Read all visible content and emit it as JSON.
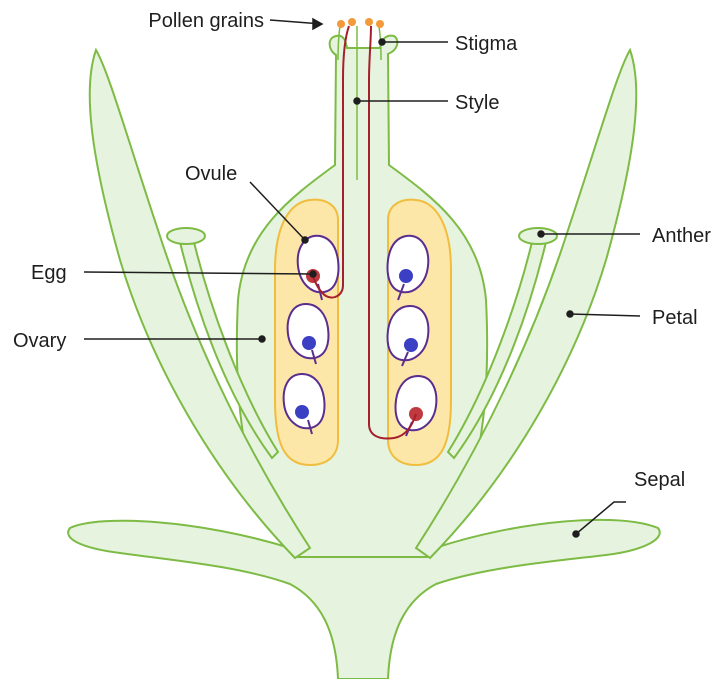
{
  "labels": {
    "pollen_grains": "Pollen grains",
    "stigma": "Stigma",
    "style": "Style",
    "ovule": "Ovule",
    "egg": "Egg",
    "ovary": "Ovary",
    "anther": "Anther",
    "petal": "Petal",
    "sepal": "Sepal"
  },
  "colors": {
    "plant_fill": "#e6f3df",
    "plant_outline": "#7dbb45",
    "ovary_fill": "#fde7a8",
    "ovary_outline": "#f0bd3e",
    "ovule_outline": "#5b2d8e",
    "ovule_fill": "#ffffff",
    "egg_normal": "#3a3fc4",
    "egg_fertilized": "#c0393e",
    "pollen_tube": "#a51f2c",
    "pollen": "#f39a3a",
    "leader_line": "#1e1e1e"
  }
}
